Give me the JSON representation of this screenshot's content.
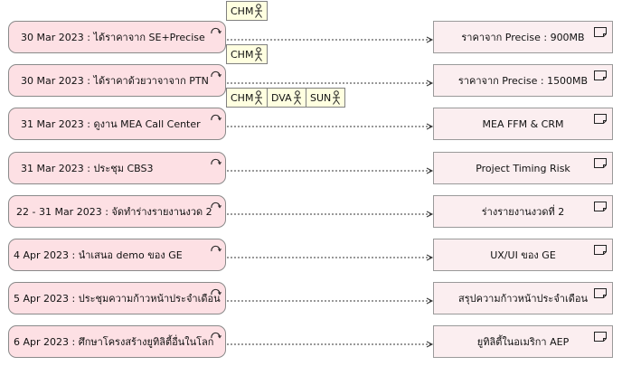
{
  "rows": [
    {
      "event": "30 Mar 2023 : ได้ราคาจาก SE+Precise",
      "result": "ราคาจาก Precise : 900MB",
      "actors": [
        "CHM"
      ]
    },
    {
      "event": "30 Mar 2023 : ได้ราคาด้วยวาจาจาก PTN",
      "result": "ราคาจาก Precise : 1500MB",
      "actors": [
        "CHM"
      ]
    },
    {
      "event": "31 Mar 2023 : ดูงาน MEA Call Center",
      "result": "MEA FFM & CRM",
      "actors": [
        "CHM",
        "DVA",
        "SUN"
      ]
    },
    {
      "event": "31 Mar 2023 : ประชุม CBS3",
      "result": "Project Timing Risk",
      "actors": []
    },
    {
      "event": "22 - 31 Mar 2023 : จัดทำร่างรายงานงวด 2",
      "result": "ร่างรายงานงวดที่ 2",
      "actors": []
    },
    {
      "event": "4 Apr 2023 : นำเสนอ demo ของ GE",
      "result": "UX/UI ของ GE",
      "actors": []
    },
    {
      "event": "5 Apr 2023 : ประชุมความก้าวหน้าประจำเดือน",
      "result": "สรุปความก้าวหน้าประจำเดือน",
      "actors": []
    },
    {
      "event": "6 Apr 2023 : ศึกษาโครงสร้างยูทิลิตี้อื่นในโลก",
      "result": "ยูทิลิตี้ในอเมริกา AEP",
      "actors": []
    }
  ]
}
